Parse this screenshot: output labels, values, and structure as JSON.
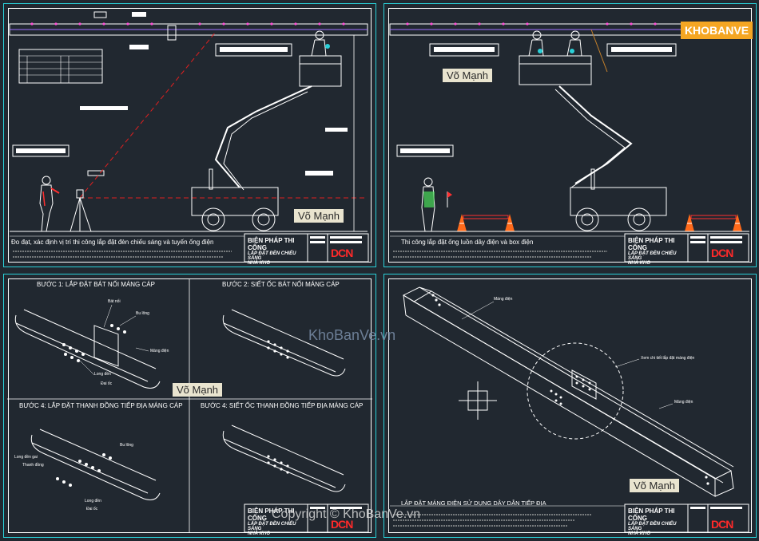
{
  "panel_tl": {
    "caption": "Đo đạt, xác định vị trí thi công lắp đặt đèn chiếu sáng và tuyến ống điện",
    "title_block": {
      "line1": "BIỆN PHÁP THI CÔNG",
      "line2": "LẮP ĐẶT ĐÈN CHIẾU SÁNG",
      "line3": "NHÀ KHO"
    },
    "watermark": "Võ Mạnh"
  },
  "panel_tr": {
    "caption": "Thi công lắp đặt ống luồn dây điện và box điện",
    "title_block": {
      "line1": "BIỆN PHÁP THI CÔNG",
      "line2": "LẮP ĐẶT ĐÈN CHIẾU SÁNG",
      "line3": "NHÀ KHO"
    },
    "watermark": "Võ Mạnh"
  },
  "panel_bl": {
    "steps": [
      "BƯỚC 1: LẮP ĐẶT BÁT NỐI MÁNG CÁP",
      "BƯỚC 2: SIẾT ỐC BÁT NỐI MÁNG CÁP",
      "BƯỚC 4: LẮP ĐẶT THANH ĐỒNG TIẾP ĐỊA MÁNG CÁP",
      "BƯỚC 4: SIẾT ỐC THANH ĐỒNG TIẾP ĐỊA MÁNG CÁP"
    ],
    "labels1": {
      "bat_noi": "Bát nối",
      "bu_long": "Bu lông",
      "mang_dien": "Máng điện",
      "long_den": "Long đền",
      "dai_oc": "Đai ốc"
    },
    "labels3": {
      "bu_long": "Bu lông",
      "long_den_gai": "Long đền gai",
      "thanh_dong": "Thanh đồng",
      "long_den": "Long đền",
      "dai_oc": "Đai ốc"
    },
    "title_block": {
      "line1": "BIỆN PHÁP THI CÔNG",
      "line2": "LẮP ĐẶT ĐÈN CHIẾU SÁNG",
      "line3": "NHÀ KHO"
    },
    "watermark": "Võ Mạnh"
  },
  "panel_br": {
    "caption": "LẮP ĐẶT MÁNG ĐIỆN SỬ DỤNG DÂY DẪN TIẾP ĐỊA",
    "labels": {
      "mang_dien_top": "Máng điện",
      "detail": "Xem chi tiết lắp đặt máng điện",
      "mang_dien_right": "Máng điện"
    },
    "title_block": {
      "line1": "BIỆN PHÁP THI CÔNG",
      "line2": "LẮP ĐẶT ĐÈN CHIẾU SÁNG",
      "line3": "NHÀ KHO"
    },
    "watermark": "Võ Mạnh"
  },
  "brand": "DCN",
  "site_logo": "KHOBANVE",
  "center_watermark": "KhoBanVe.vn",
  "copyright": "Copyright © KhoBanVe.vn",
  "colors": {
    "background": "#212830",
    "border": "#2ad0d8",
    "accent_red": "#ff2a2a",
    "accent_orange": "#f5a623"
  }
}
